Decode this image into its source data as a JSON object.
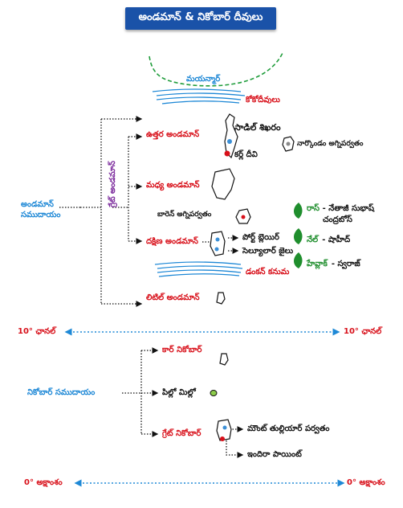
{
  "title": "అండమాన్ & నికోబార్ దీవులు",
  "labels": {
    "myanmar": "మయన్మార్",
    "coco": "కోకోదీవులు",
    "north_andaman": "ఉత్తర అండమాన్",
    "saddle_peak": "సాడిల్ శిఖరం",
    "narcondam": "నార్కొండం అగ్నిపర్వతం",
    "diglipur": "కర్ల్ దీవి",
    "great_andaman": "గ్రేట్ అండమాన్",
    "middle_andaman": "మధ్య అండమాన్",
    "andaman_group": "అండమాన్ సముదాయం",
    "barren": "బారెన్ అగ్నిపర్వతం",
    "south_andaman": "దక్షిణ అండమాన్",
    "port_blair": "పోర్ట్ బ్లెయిర్",
    "cellular_jail": "సెల్యూలార్ జైలు",
    "duncan": "డంకన్ కనుమ",
    "little_andaman": "లిటిల్ అండమాన్",
    "ross_name": "రాస్",
    "ross_rest": "- నేతాజీ సుభాష్",
    "ross_line2": "చంద్రబోస్",
    "neil_name": "నేల్",
    "neil_rest": "- షాహీద్",
    "havelock_name": "హేవ్లాక్",
    "havelock_rest": "- స్వరాజ్",
    "ten_left": "10° ఛానల్",
    "ten_right": "10° ఛానల్",
    "car_nicobar": "కార్ నికోబార్",
    "nicobar_group": "నికోబార్ సముదాయం",
    "pilomilo": "పిల్లో మిల్లో",
    "great_nicobar": "గ్రేట్ నికోబార్",
    "mount_thullier": "మౌంట్ తుల్లియార్ పర్వతం",
    "indira_point": "ఇందిరా పాయింట్",
    "zero_left": "0° అక్షాంశం",
    "zero_right": "0° అక్షాంశం"
  },
  "colors": {
    "title_bg": "#1a52a8",
    "red": "#d8101a",
    "blue": "#1e88d6",
    "green": "#1f8e2d",
    "purple": "#7b2a9c",
    "myanmar_coast": "#1e9c3a"
  }
}
